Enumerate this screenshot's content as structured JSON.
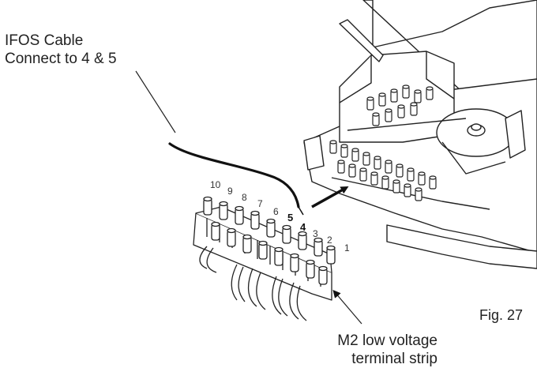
{
  "labels": {
    "cable_line1": "IFOS Cable",
    "cable_line2": "Connect to 4 & 5",
    "strip_line1": "M2 low voltage",
    "strip_line2": "terminal strip",
    "figure": "Fig. 27"
  },
  "terminal_numbers": [
    "1",
    "2",
    "3",
    "4",
    "5",
    "6",
    "7",
    "8",
    "9",
    "10"
  ],
  "highlighted_terminals": [
    "4",
    "5"
  ]
}
